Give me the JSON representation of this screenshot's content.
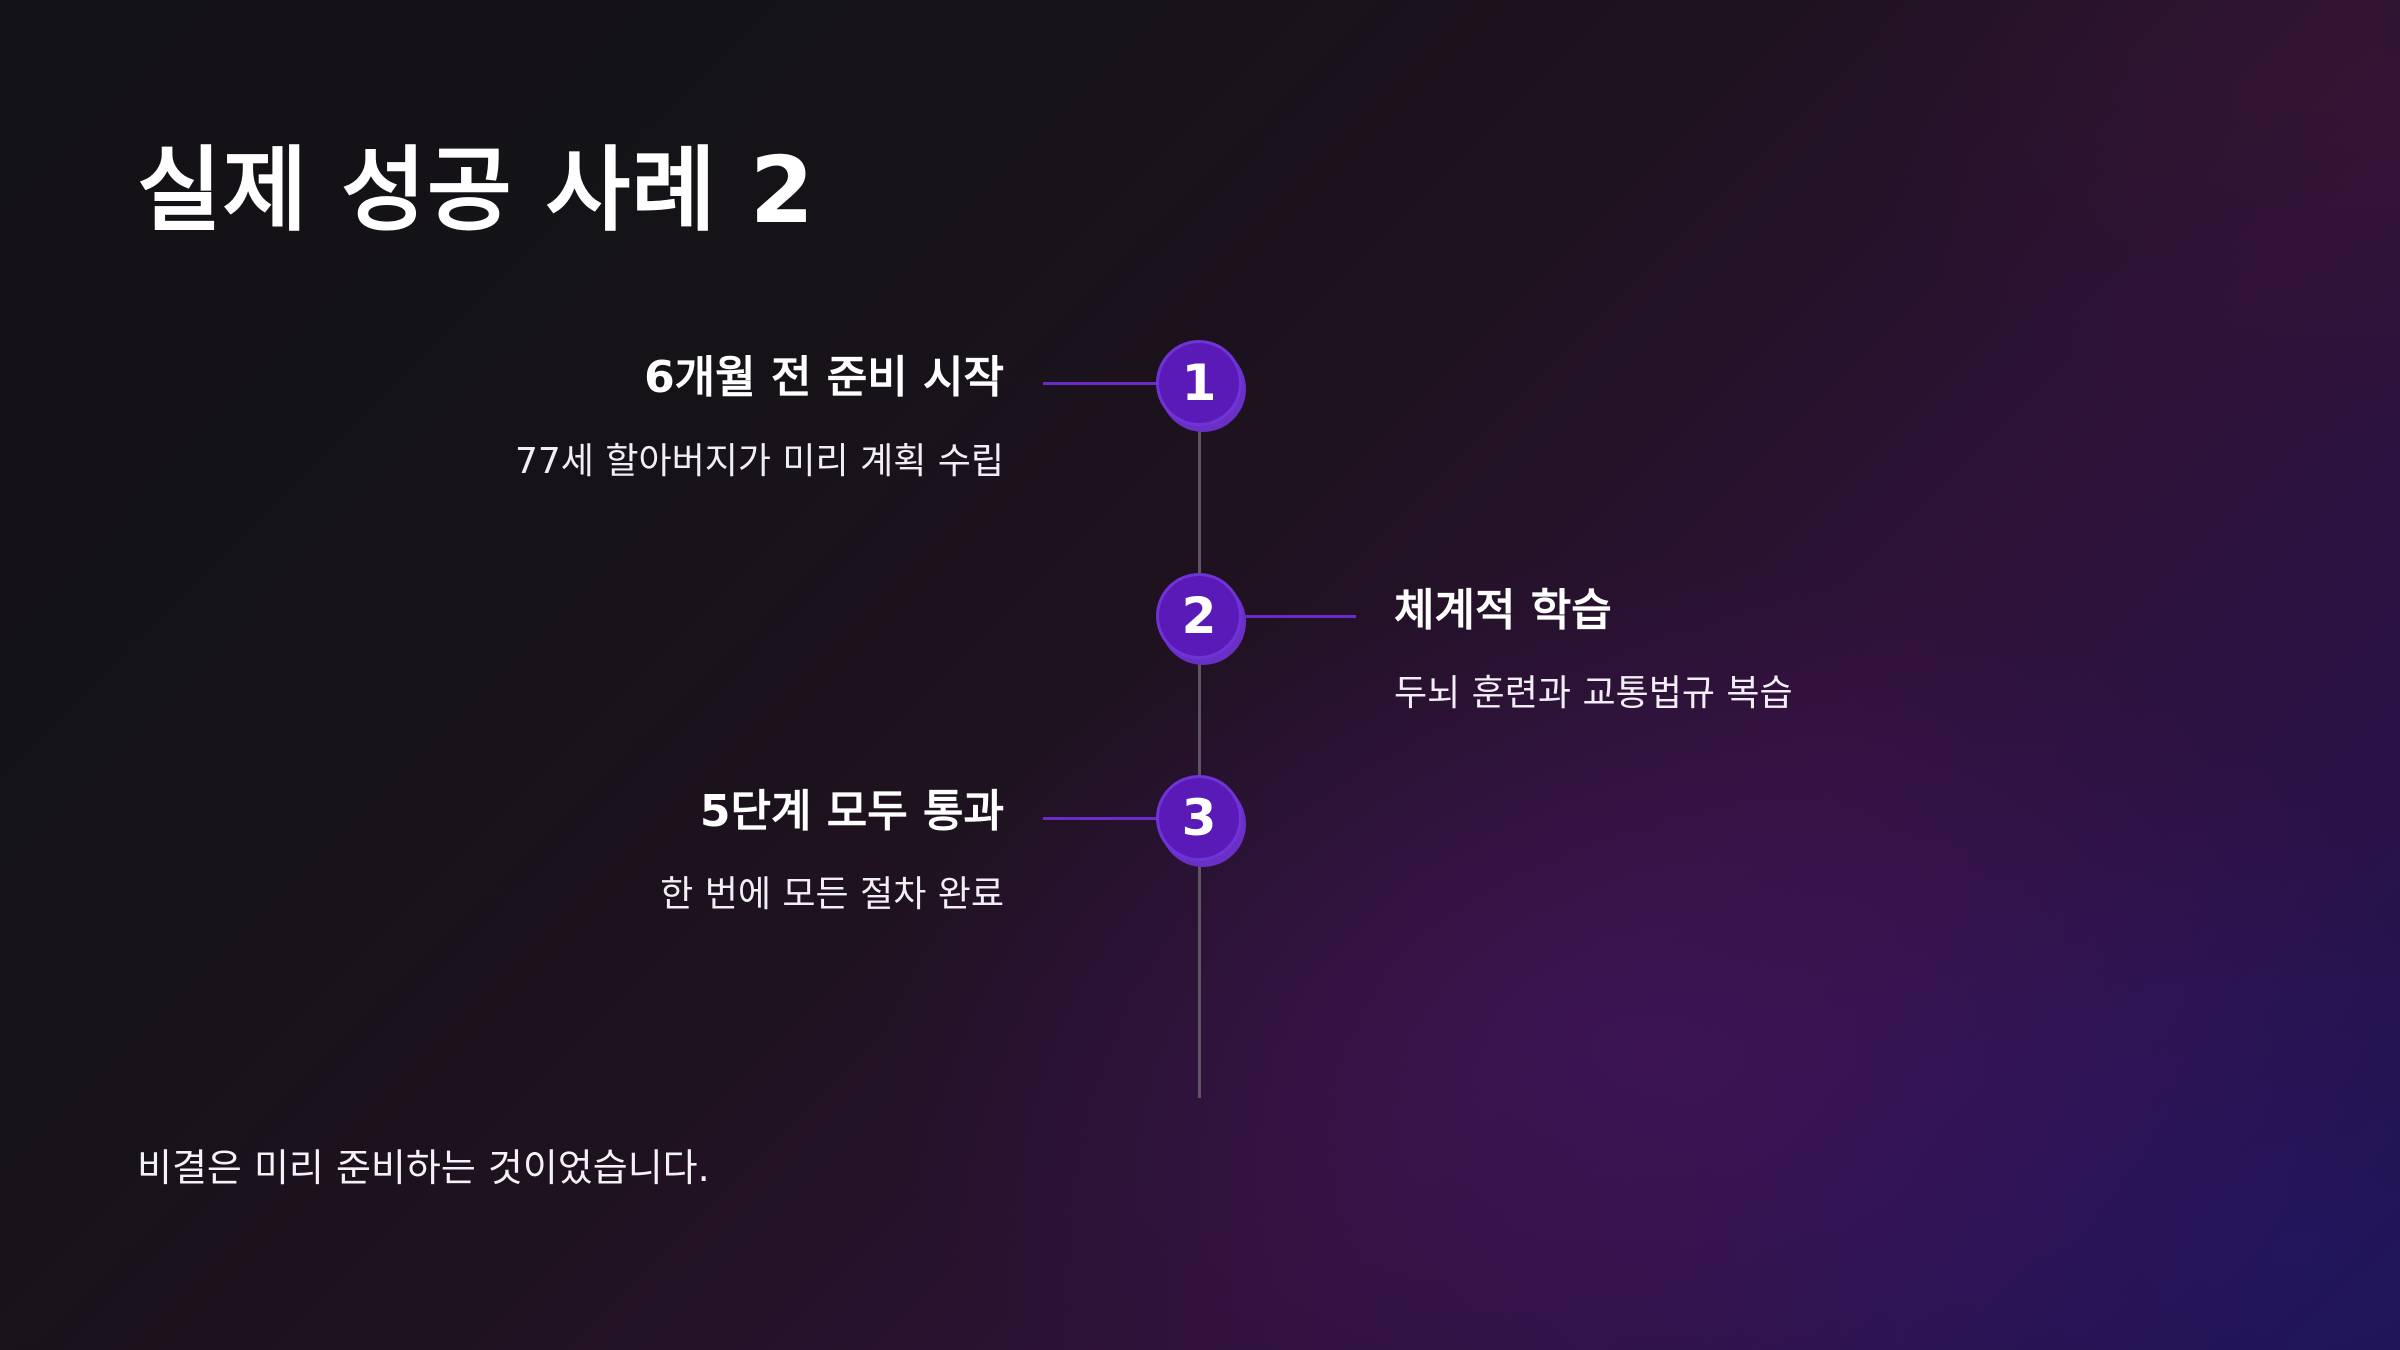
{
  "slide": {
    "title": "실제 성공 사례 2",
    "footnote": "비결은 미리 준비하는 것이었습니다."
  },
  "timeline": {
    "steps": [
      {
        "number": "1",
        "title": "6개월 전 준비 시작",
        "description": "77세 할아버지가 미리 계획 수립",
        "side": "left"
      },
      {
        "number": "2",
        "title": "체계적 학습",
        "description": "두뇌 훈련과 교통법규 복습",
        "side": "right"
      },
      {
        "number": "3",
        "title": "5단계 모두 통과",
        "description": "한 번에 모든 절차 완료",
        "side": "left"
      }
    ]
  },
  "colors": {
    "marker_fill": "#5a1ab8",
    "connector": "#6b2bc8",
    "axis": "#5e5563",
    "text": "#ffffff"
  }
}
